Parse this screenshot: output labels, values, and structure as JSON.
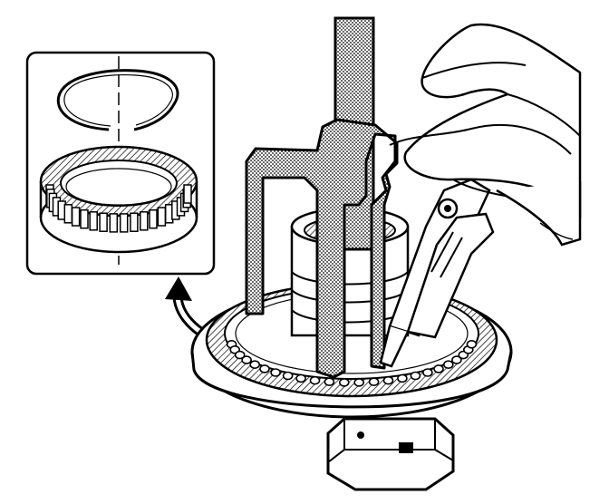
{
  "figure": {
    "kind": "technical line illustration",
    "colors": {
      "ink": "#000000",
      "paper": "#ffffff",
      "hatch": "#000000"
    },
    "inset": {
      "parts": [
        "snap-ring",
        "roller-clutch"
      ]
    },
    "main": {
      "parts": [
        "puller-tool",
        "pliers",
        "hands",
        "housing-drum",
        "bracket",
        "removal-arrow"
      ]
    }
  }
}
